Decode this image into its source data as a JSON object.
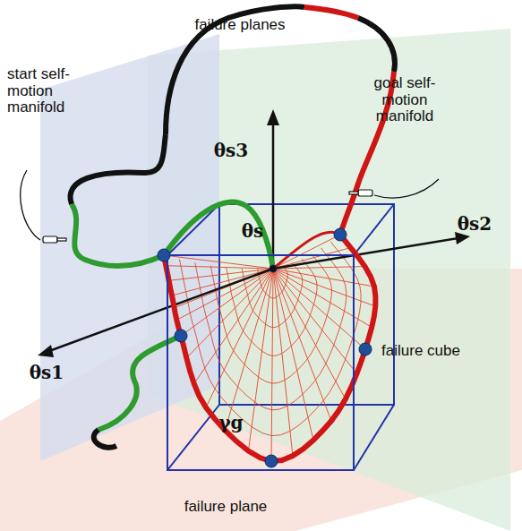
{
  "diagram": {
    "labels": [
      "failure planes",
      "start self-motion manifold",
      "goal self-motion manifold",
      "θs3",
      "θs",
      "θs2",
      "θs1",
      "failure cube",
      "γg",
      "failure plane"
    ]
  }
}
